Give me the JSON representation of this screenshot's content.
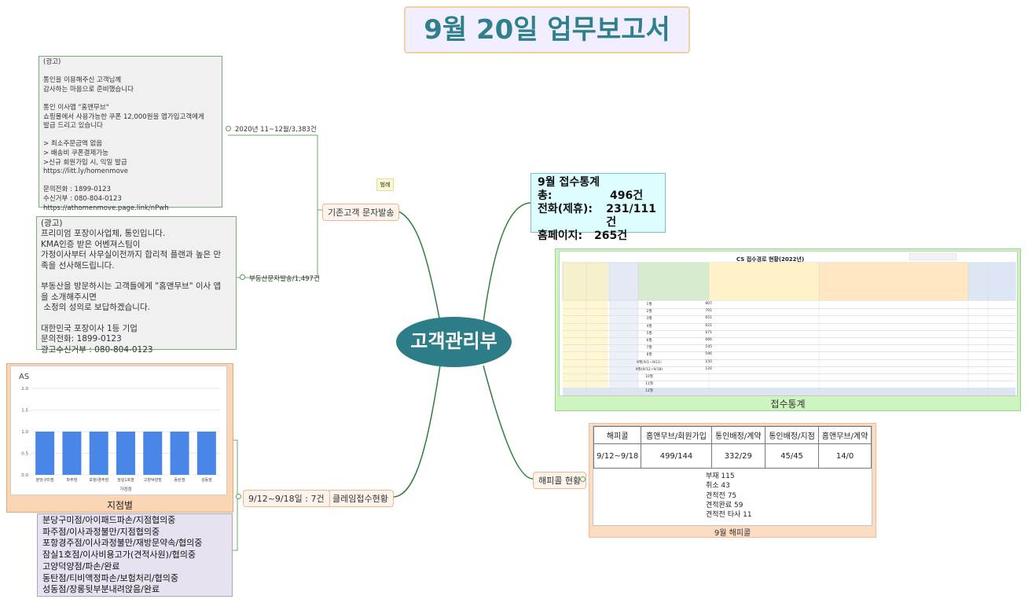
{
  "title": "9월 20일 업무보고서",
  "center": "고객관리부",
  "sticky": "범례",
  "left_top": {
    "branch_label": "기존고객 문자발송",
    "sub1_label": "2020년 11~12월/3,383건",
    "sub1_text": "(광고)\n\n통인을 이용해주신 고객님께\n감사하는 마음으로 준비했습니다\n\n통인 이사앱 \"홈앤무브\"\n쇼핑몰에서 사용가능한 쿠폰 12,000원을 앱가입고객에게\n발급 드리고 있습니다\n\n> 최소주문금액 없음\n> 배송비 쿠폰결제가능\n>신규 회원가입 시, 익일 발급\nhttps://litt.ly/homenmove\n\n문의전화 : 1899-0123\n수신거부 : 080-804-0123\nhttps://athomenmove.page.link/nPwh",
    "sub2_label": "부동산문자발송/1,497건",
    "sub2_text": "(광고)\n프리미엄 포장이사업체, 통인입니다.\nKMA인증 받은 어벤져스팀이\n가정이사부터 사무실이전까지 합리적 플랜과 높은 만\n족을 선사해드립니다.\n\n부동산을 방문하시는 고객들에게 \"홈앤무브\" 이사 앱\n을 소개해주시면\n 소정의 성의로 보답하겠습니다.\n\n대한민국 포장이사 1등 기업\n문의전화: 1899-0123\n광고수신거부 : 080-804-0123"
  },
  "right_top": {
    "heading": "9월 접수통계",
    "rows": [
      {
        "k": "총:",
        "v": "496건"
      },
      {
        "k": "전화(제휴):",
        "v": "231/111건"
      },
      {
        "k": "홈페이지:",
        "v": "265건"
      }
    ]
  },
  "cs": {
    "title": "CS 접수경로 현황(2022년)",
    "caption": "접수통계",
    "months": [
      "1월",
      "2월",
      "3월",
      "4월",
      "5월",
      "6월",
      "7월",
      "8월",
      "9월(9/1~9/11)",
      "9월(9/12~9/18)",
      "10월",
      "11월",
      "12월"
    ],
    "totals": [
      "807",
      "701",
      "651",
      "621",
      "671",
      "666",
      "545",
      "596",
      "150",
      "120",
      "",
      "",
      ""
    ]
  },
  "happycall": {
    "branch_label": "해피콜 현황",
    "caption": "9월 해피콜",
    "headers": [
      "해피콜",
      "홈앤무브/회원가입",
      "통인배정/계약",
      "통인배정/지점",
      "홈앤무브/계약"
    ],
    "row": [
      "9/12~9/18",
      "499/144",
      "332/29",
      "45/45",
      "14/0"
    ],
    "list": [
      "부재 115",
      "취소 43",
      "견적전 75",
      "견적완료 59",
      "견적전 타사 11"
    ]
  },
  "claims": {
    "branch_label": "클레임접수현황",
    "sub_label": "9/12~9/18일 : 7건",
    "caption": "지점별",
    "notes": [
      "분당구미점/아이패드파손/지점협의중",
      "파주점/이사과정불만/지점협의중",
      "포항경주점/이사과정불만/재방문약속/협의중",
      "잠실1호점/이사비용고가(견적사원)/협의중",
      "고양덕양점/파손/완료",
      "동탄점/티비액정파손/보험처리/협의중",
      "성동점/장롱뒷부분내려앉음/완료"
    ]
  },
  "chart_data": {
    "type": "bar",
    "title": "AS",
    "xlabel": "가점점",
    "ylabel": "",
    "categories": [
      "분당구미점",
      "파주점",
      "포항/경주점",
      "잠실1호점",
      "고양덕양점",
      "동탄점",
      "성동점"
    ],
    "values": [
      1,
      1,
      1,
      1,
      1,
      1,
      1
    ],
    "ylim": [
      0,
      2.0
    ],
    "yticks": [
      "0.0",
      "0.5",
      "1.0",
      "1.5",
      "2.0"
    ],
    "grid": true,
    "color": "#4a86e8"
  }
}
